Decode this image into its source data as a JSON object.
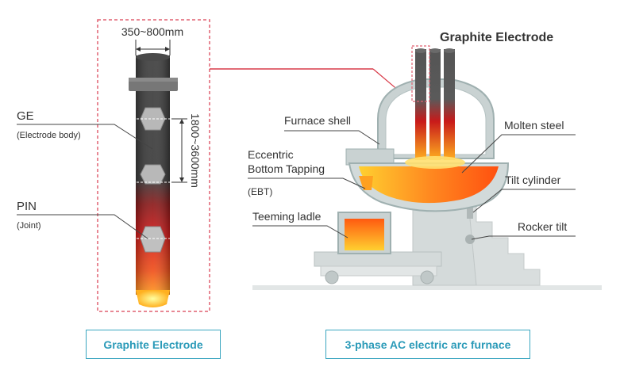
{
  "electrode": {
    "diameter": "350~800mm",
    "length": "1800~3600mm",
    "ge_label": "GE",
    "ge_sub": "(Electrode body)",
    "pin_label": "PIN",
    "pin_sub": "(Joint)"
  },
  "furnace": {
    "title": "Graphite Electrode",
    "labels": {
      "furnace_shell": "Furnace shell",
      "molten_steel": "Molten steel",
      "eccentric": "Eccentric",
      "bottom_tapping": "Bottom Tapping",
      "ebt": "(EBT)",
      "tilt_cylinder": "Tilt cylinder",
      "teeming_ladle": "Teeming ladle",
      "rocker_tilt": "Rocker tilt"
    }
  },
  "captions": {
    "left": "Graphite Electrode",
    "right": "3-phase AC electric arc furnace"
  },
  "colors": {
    "accent": "#3aa6c0",
    "dashed": "#e06070",
    "leader": "#d83a48"
  }
}
